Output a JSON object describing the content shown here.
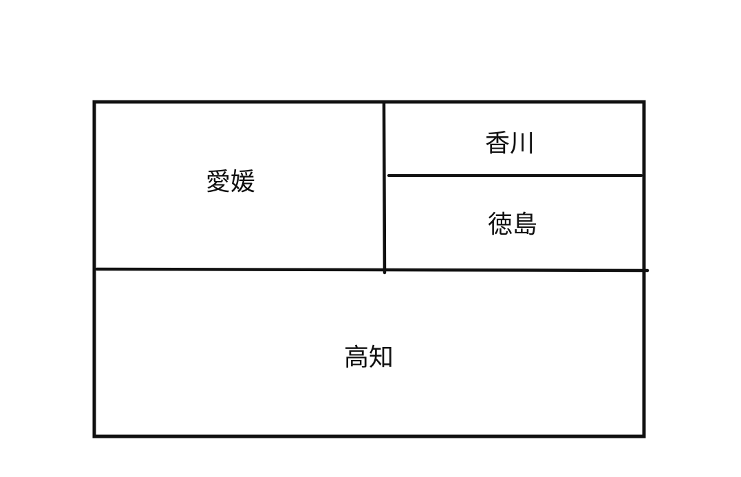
{
  "diagram": {
    "regions": {
      "ehime": "愛媛",
      "kagawa": "香川",
      "tokushima": "徳島",
      "kochi": "高知"
    },
    "line_color": "#111111"
  }
}
